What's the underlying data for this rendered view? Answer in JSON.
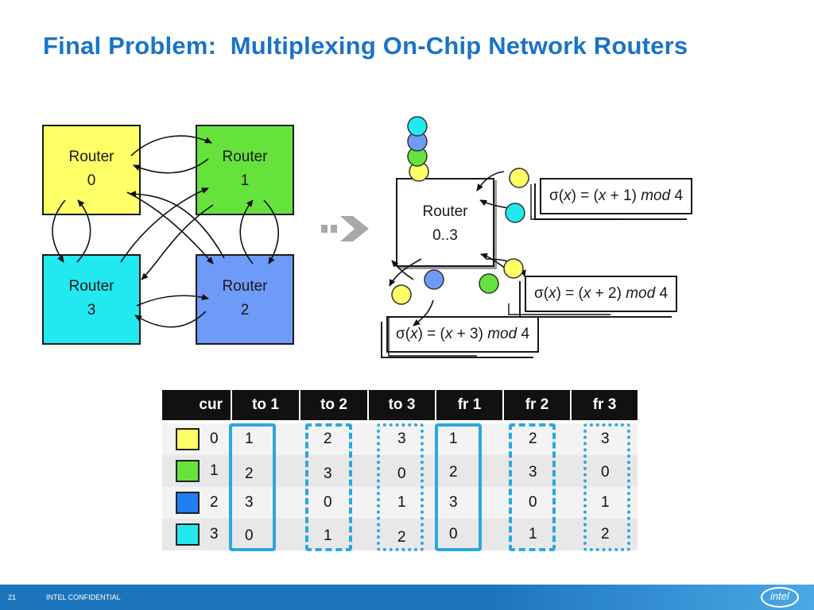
{
  "title": "Final Problem:  Multiplexing On-Chip Network Routers",
  "routers": [
    {
      "line1": "Router",
      "line2": "0",
      "color": "#ffff66"
    },
    {
      "line1": "Router",
      "line2": "1",
      "color": "#66e23c"
    },
    {
      "line1": "Router",
      "line2": "2",
      "color": "#6f9bf8"
    },
    {
      "line1": "Router",
      "line2": "3",
      "color": "#22e8f0"
    }
  ],
  "mux_router": {
    "line1": "Router",
    "line2": "0..3"
  },
  "equations": {
    "shift1": {
      "pre": "σ(",
      "x": "x",
      "mid": ") = (",
      "x2": "x",
      "plus": " + 1) ",
      "mod": "mod",
      "n": " 4"
    },
    "shift2": {
      "pre": "σ(",
      "x": "x",
      "mid": ") = (",
      "x2": "x",
      "plus": " + 2) ",
      "mod": "mod",
      "n": " 4"
    },
    "shift3": {
      "pre": "σ(",
      "x": "x",
      "mid": ") = (",
      "x2": "x",
      "plus": " + 3) ",
      "mod": "mod",
      "n": " 4"
    }
  },
  "table": {
    "headers": [
      "cur",
      "to 1",
      "to 2",
      "to 3",
      "fr 1",
      "fr 2",
      "fr 3"
    ],
    "rows": [
      {
        "cur": "0",
        "color": "#ffff66",
        "values": [
          "1",
          "2",
          "3",
          "1",
          "2",
          "3"
        ]
      },
      {
        "cur": "1",
        "color": "#66e23c",
        "values": [
          "2",
          "3",
          "0",
          "2",
          "3",
          "0"
        ]
      },
      {
        "cur": "2",
        "color": "#1f7ff0",
        "values": [
          "3",
          "0",
          "1",
          "3",
          "0",
          "1"
        ]
      },
      {
        "cur": "3",
        "color": "#22e8f0",
        "values": [
          "0",
          "1",
          "2",
          "0",
          "1",
          "2"
        ]
      }
    ]
  },
  "footer": {
    "page": "21",
    "label": "INTEL CONFIDENTIAL",
    "logo": "intel"
  },
  "colors": {
    "title": "#1a73c8",
    "footer": "#1b75bc",
    "highlight": "#2aa8e0"
  },
  "icons": [
    "arrow-icon",
    "dashed-arrow-icon",
    "intel-logo-icon"
  ]
}
